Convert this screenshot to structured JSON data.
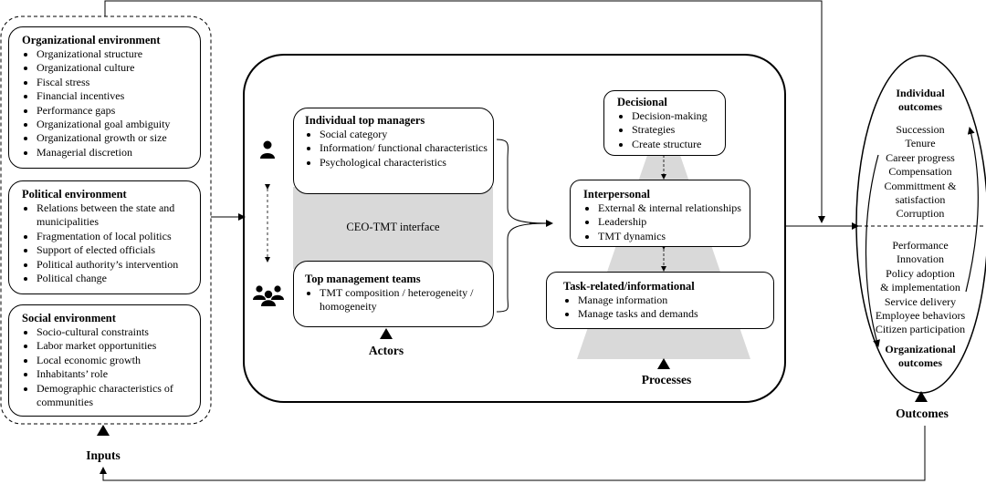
{
  "inputs": {
    "label": "Inputs",
    "org_env": {
      "title": "Organizational environment",
      "items": [
        "Organizational structure",
        "Organizational culture",
        "Fiscal stress",
        "Financial incentives",
        "Performance gaps",
        "Organizational goal ambiguity",
        "Organizational growth or size",
        "Managerial discretion"
      ]
    },
    "pol_env": {
      "title": "Political environment",
      "items": [
        "Relations between the state and municipalities",
        "Fragmentation of local politics",
        "Support of elected officials",
        "Political authority’s intervention",
        "Political change"
      ]
    },
    "soc_env": {
      "title": "Social environment",
      "items": [
        "Socio-cultural constraints",
        "Labor market opportunities",
        "Local economic growth",
        "Inhabitants’ role",
        "Demographic characteristics of communities"
      ]
    }
  },
  "actors": {
    "label": "Actors",
    "individual": {
      "title": "Individual top managers",
      "items": [
        "Social category",
        "Information/ functional characteristics",
        "Psychological characteristics"
      ]
    },
    "interface_label": "CEO-TMT interface",
    "teams": {
      "title": "Top management teams",
      "items": [
        "TMT composition / heterogeneity / homogeneity"
      ]
    }
  },
  "processes": {
    "label": "Processes",
    "decisional": {
      "title": "Decisional",
      "items": [
        "Decision-making",
        "Strategies",
        "Create structure"
      ]
    },
    "interpersonal": {
      "title": "Interpersonal",
      "items": [
        "External & internal relationships",
        "Leadership",
        "TMT dynamics"
      ]
    },
    "task": {
      "title": "Task-related/informational",
      "items": [
        "Manage information",
        "Manage tasks and demands"
      ]
    }
  },
  "outcomes": {
    "label": "Outcomes",
    "individual_title": [
      "Individual",
      "outcomes"
    ],
    "individual_items": [
      "Succession",
      "Tenure",
      "Career progress",
      "Compensation",
      "Committment &",
      "satisfaction",
      "Corruption"
    ],
    "org_items": [
      "Performance",
      "Innovation",
      "Policy adoption",
      "& implementation",
      "Service delivery",
      "Employee behaviors",
      "Citizen participation"
    ],
    "org_title": [
      "Organizational",
      "outcomes"
    ]
  },
  "colors": {
    "interface_fill": "#d9d9d9",
    "triangle_fill": "#d9d9d9",
    "line": "#000000"
  },
  "icons": [
    "person-icon",
    "group-icon"
  ]
}
